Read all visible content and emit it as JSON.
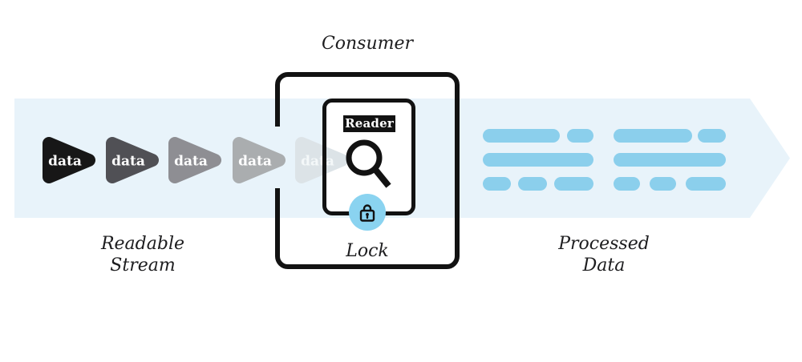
{
  "diagram": {
    "consumer_label": "Consumer",
    "lock_label": "Lock",
    "readable_stream_label": {
      "line1": "Readable",
      "line2": "Stream"
    },
    "processed_data_label": {
      "line1": "Processed",
      "line2": "Data"
    },
    "reader_tag_label": "Reader",
    "stream_items": [
      {
        "label": "data",
        "color": "#171717",
        "text_color": "#ffffff"
      },
      {
        "label": "data",
        "color": "#505055",
        "text_color": "#ffffff"
      },
      {
        "label": "data",
        "color": "#8e8e93",
        "text_color": "#ffffff"
      },
      {
        "label": "data",
        "color": "#aaadaf",
        "text_color": "#ffffff"
      },
      {
        "label": "data",
        "color": "#dce3e7",
        "text_color": "#f4f8f9"
      }
    ],
    "icons": {
      "magnifier": "magnifying-glass",
      "lock": "padlock"
    },
    "colors": {
      "band": "#e8f3fa",
      "bar": "#8bcfec",
      "lock_circle": "#8ad3f0",
      "outline": "#121212"
    },
    "processed_groups": [
      {
        "rows": [
          [
            96,
            33
          ],
          [
            138
          ],
          [
            35,
            36,
            49
          ]
        ]
      },
      {
        "rows": [
          [
            98,
            35
          ],
          [
            140
          ],
          [
            33,
            33,
            50
          ]
        ]
      }
    ]
  }
}
